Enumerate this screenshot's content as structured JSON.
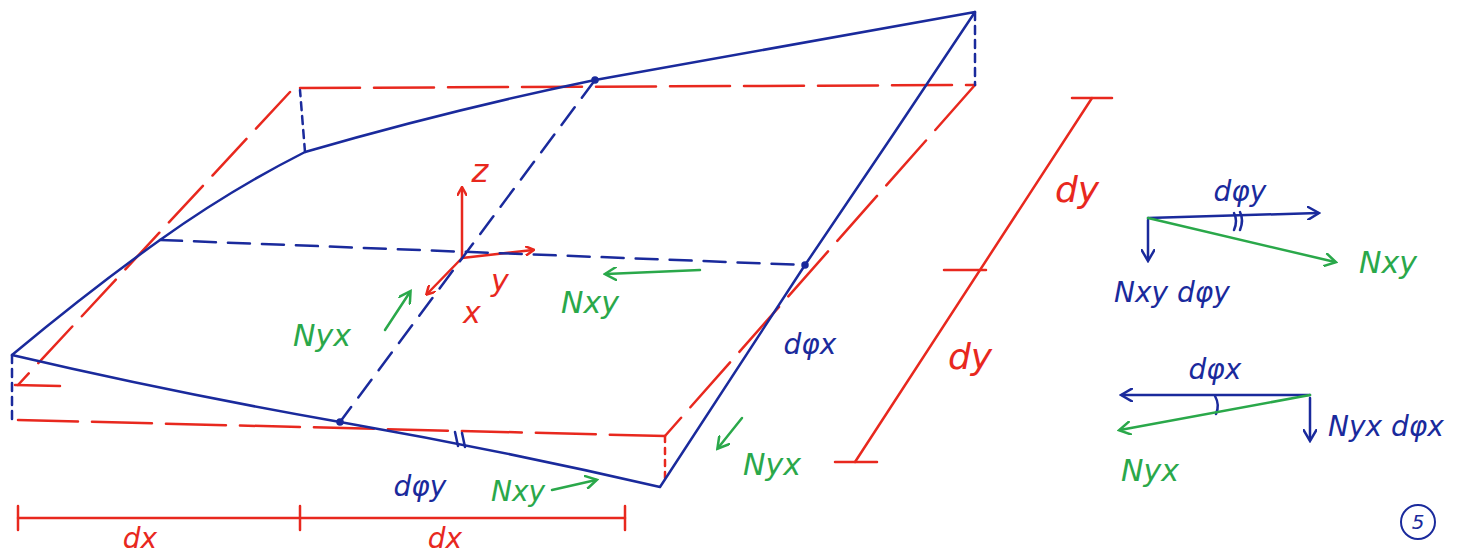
{
  "diagram": {
    "nodes": [
      {
        "text": [
          "5"
        ]
      }
    ],
    "labels": [
      "z",
      "Nyx",
      "x",
      "y",
      "Nxy",
      "dφx",
      "dφy",
      "Nxy",
      "Nyx",
      "dy",
      "dy",
      "dx",
      "dx",
      "dφy",
      "Nxy",
      "Nxy dφy",
      "dφx",
      "Nyx dφx",
      "Nyx"
    ]
  }
}
